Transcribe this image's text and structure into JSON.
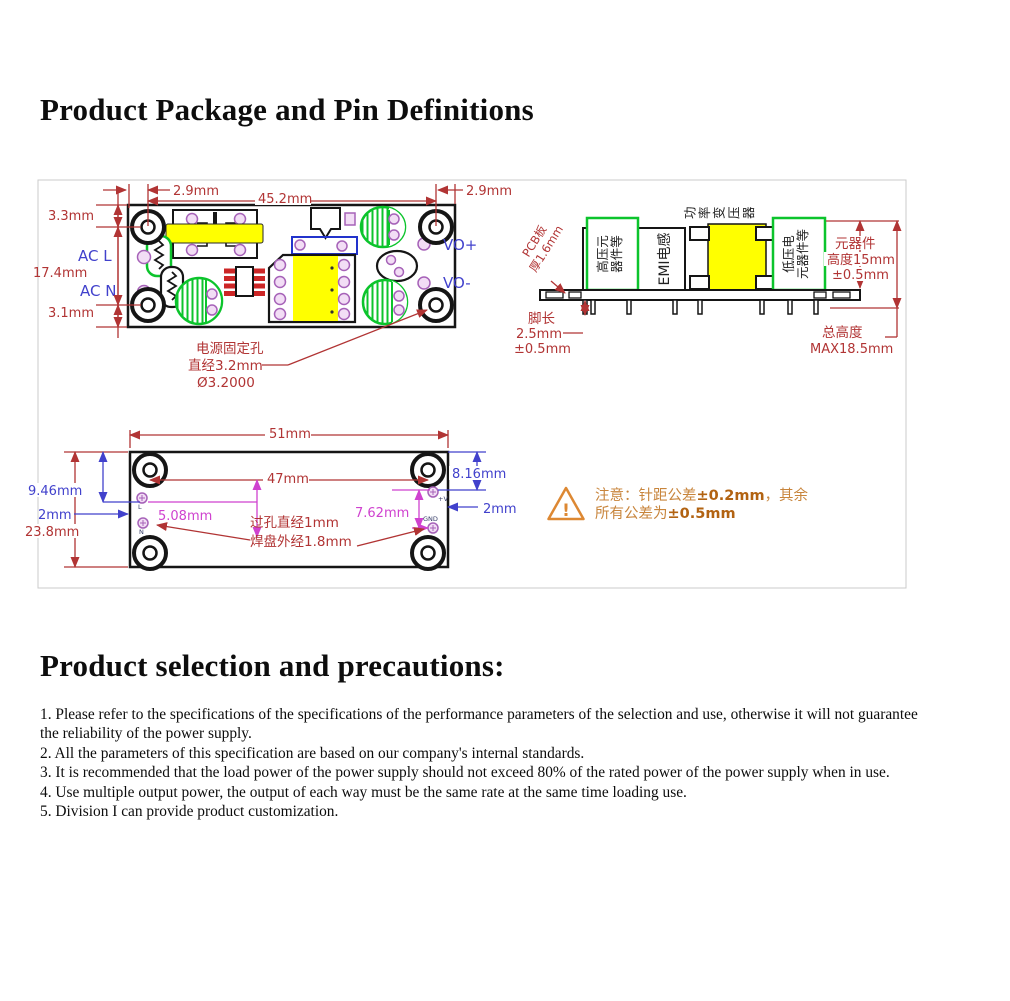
{
  "headings": {
    "h1": "Product Package and Pin Definitions",
    "h2": "Product selection and precautions:"
  },
  "colors": {
    "dimension_red": "#b13434",
    "label_blue": "#4141cc",
    "dimension_magenta": "#cf42cf",
    "component_green": "#0cc42c",
    "highlight_yellow": "#ffff00",
    "pad_violet": "#a662b8",
    "warning_orange": "#c8853c"
  },
  "top_view": {
    "dims": {
      "left_offset": "2.9mm",
      "span": "45.2mm",
      "right_offset": "2.9mm",
      "top": "3.3mm",
      "middle": "17.4mm",
      "bottom": "3.1mm"
    },
    "ports": {
      "ac_l": "AC L",
      "ac_n": "AC N",
      "vo_plus": "VO+",
      "vo_minus": "VO-"
    },
    "hole_note": {
      "l1": "电源固定孔",
      "l2": "直经3.2mm",
      "l3": "Ø3.2000"
    }
  },
  "side_view": {
    "pcb": {
      "l1": "PCB板",
      "l2": "厚1.6mm"
    },
    "hv": {
      "l1": "高压元",
      "l2": "器件等"
    },
    "emi": "EMI电感",
    "transformer": "功率变压器",
    "lv": {
      "l1": "低压电",
      "l2": "元器件等"
    },
    "comp_height": {
      "l1": "元器件",
      "l2": "高度15mm",
      "l3": "±0.5mm"
    },
    "pin_len": {
      "l1": "脚长",
      "l2": "2.5mm",
      "l3": "±0.5mm"
    },
    "total_height": {
      "l1": "总高度",
      "l2": "MAX18.5mm"
    }
  },
  "bottom_view": {
    "dims": {
      "width": "51mm",
      "pitch": "47mm",
      "left_v": "9.46mm",
      "right_v": "8.16mm",
      "left_h": "2mm",
      "right_h": "2mm",
      "ln_pitch": "5.08mm",
      "out_pitch": "7.62mm",
      "height": "23.8mm"
    },
    "pads": {
      "l": "L",
      "n": "N",
      "v": "+V",
      "gnd": "GND"
    },
    "hole_note": {
      "l1": "过孔直经1mm",
      "l2": "焊盘外经1.8mm"
    }
  },
  "warning": {
    "icon": "!",
    "l1a": "注意：针距公差",
    "l1b": "±0.2mm",
    "l1c": "，其余",
    "l2a": "所有公差为",
    "l2b": "±0.5mm"
  },
  "precautions": {
    "items": [
      "1. Please refer to the specifications of the specifications of the performance parameters of the selection and use, otherwise it will not guarantee the reliability of the power supply.",
      "2. All the parameters of this specification are based on our company's internal standards.",
      "3. It is recommended that the load power of the power supply should not exceed 80% of the rated power of the power supply when in use.",
      "4. Use multiple output power, the output of each way must be the same rate at the same time loading use.",
      "5. Division I can provide product customization."
    ]
  }
}
